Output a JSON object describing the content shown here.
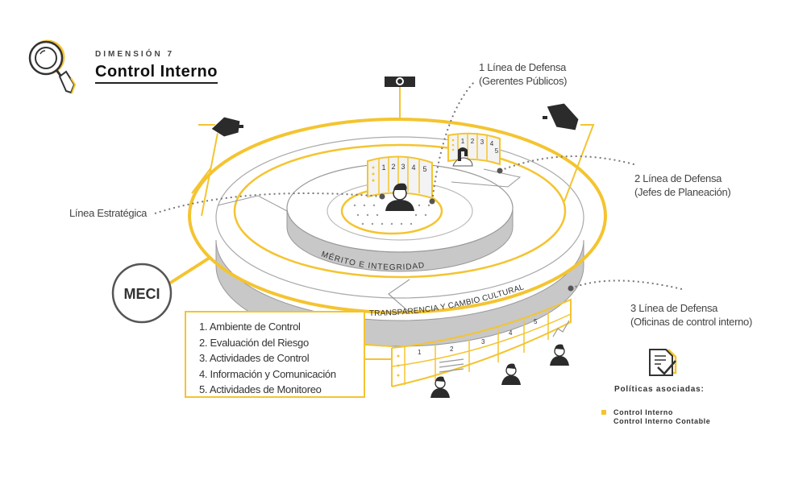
{
  "header": {
    "dimension_label": "DIMENSIÓN 7",
    "title": "Control Interno"
  },
  "callouts": {
    "line1_title": "1 Línea de Defensa",
    "line1_sub": "(Gerentes Públicos)",
    "line2_title": "2 Línea de Defensa",
    "line2_sub": "(Jefes de Planeación)",
    "line3_title": "3 Línea de Defensa",
    "line3_sub": "(Oficinas de control interno)",
    "strategic": "Línea Estratégica"
  },
  "rings": {
    "inner": "MÉRITO    E    INTEGRIDAD",
    "outer": "TRANSPARENCIA  Y CAMBIO CULTURAL"
  },
  "meci_label": "MECI",
  "components": [
    "1. Ambiente de Control",
    "2. Evaluación del Riesgo",
    "3. Actividades de Control",
    "4. Información y Comunicación",
    "5. Actividades de Monitoreo"
  ],
  "panel_numbers": [
    "1",
    "2",
    "3",
    "4",
    "5"
  ],
  "policies": {
    "title": "Políticas asociadas:",
    "items": [
      "Control Interno",
      "Control Interno Contable"
    ]
  },
  "colors": {
    "accent": "#f4c430",
    "ring_gray": "#c8c8c8",
    "dark": "#2b2b2b"
  }
}
